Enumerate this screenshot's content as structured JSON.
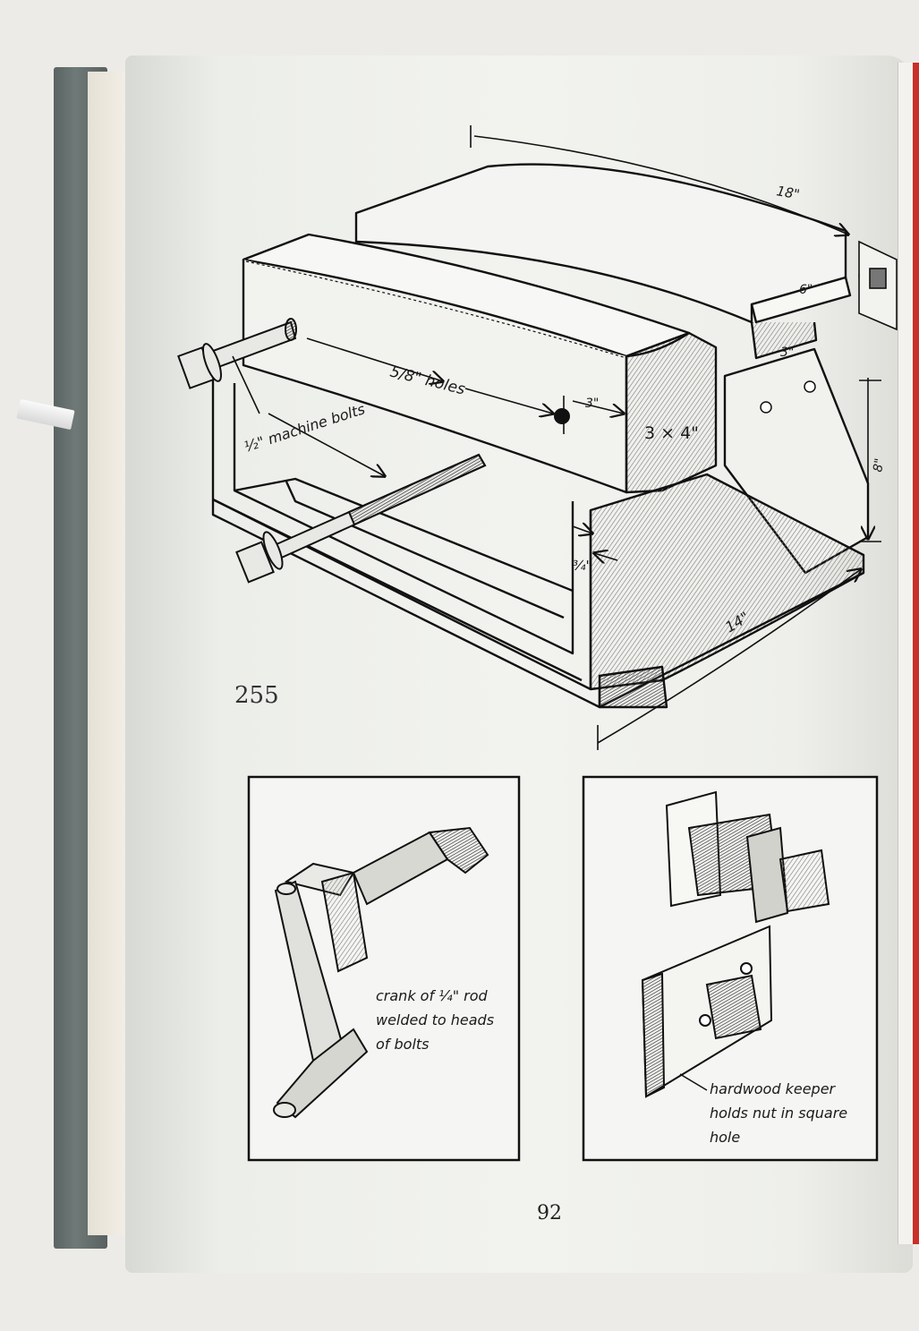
{
  "page": {
    "figure_number": "255",
    "page_number": "92"
  },
  "main_drawing": {
    "labels": {
      "length_top": "18\"",
      "top_width": "6\"",
      "side_3": "3\"",
      "bolt_spacing": "3\"",
      "holes": "5/8\" holes",
      "jaw_size": "3 × 4\"",
      "bolts": "½\" machine bolts",
      "thickness": "¾\"",
      "height": "8\"",
      "base_length": "14\""
    }
  },
  "detail_left": {
    "caption_lines": [
      "crank of ¼\" rod",
      "welded to heads",
      "of bolts"
    ]
  },
  "detail_right": {
    "caption_lines": [
      "hardwood keeper",
      "holds nut in square",
      "hole"
    ]
  }
}
